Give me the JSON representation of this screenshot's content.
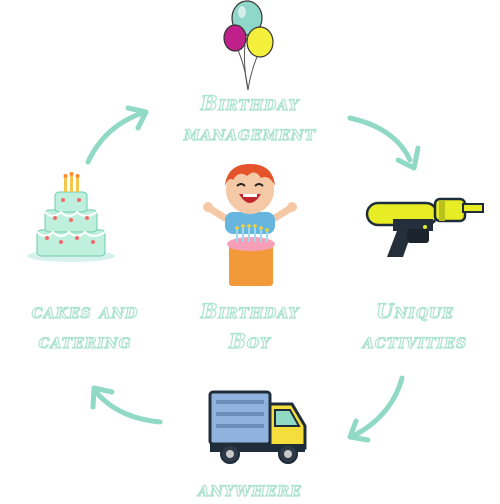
{
  "nodes": {
    "management": {
      "line1": "Birthday",
      "line2": "management"
    },
    "activities": {
      "line1": "Unique",
      "line2": "activities"
    },
    "location": {
      "line1": "anywhere"
    },
    "catering": {
      "line1": "cakes and",
      "line2": "catering"
    },
    "center": {
      "line1": "Birthday",
      "line2": "Boy"
    }
  },
  "icons": {
    "top": "balloons-icon",
    "right": "water-gun-icon",
    "bottom": "truck-icon",
    "left": "birthday-cake-icon",
    "center": "birthday-boy-icon"
  },
  "colors": {
    "arrow": "#8fd9c5",
    "label_outline": "#aee3d2"
  }
}
